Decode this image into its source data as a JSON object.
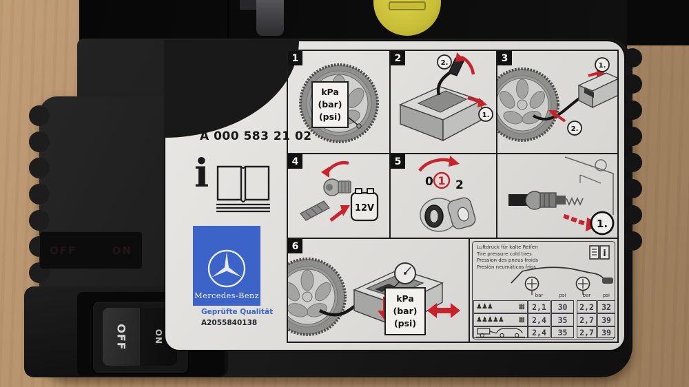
{
  "scene": "mercedes-benz-tire-compressor-photo",
  "device": {
    "part_number": "A 000 583 21 02",
    "brand": "Mercedes-Benz",
    "quality_text": "Geprüfte Qualität",
    "sticker_number": "A2055840138",
    "info_glyph": "i",
    "power_switch": {
      "off": "OFF",
      "on": "ON"
    },
    "embossed_marking": {
      "off": "OFF",
      "on": "ON"
    }
  },
  "pressure_units": {
    "l1": "kPa",
    "l2": "(bar)",
    "l3": "(psi)"
  },
  "panels": {
    "p1": {
      "num": "1"
    },
    "p2": {
      "num": "2",
      "step1": "1.",
      "step2": "2."
    },
    "p3": {
      "num": "3",
      "step1": "1.",
      "step2": "2."
    },
    "p3b": {
      "step": "1."
    },
    "p4": {
      "num": "4",
      "socket": "12V"
    },
    "p5": {
      "num": "5",
      "pos0": "0",
      "pos1": "1",
      "pos2": "2"
    },
    "p6": {
      "num": "6"
    }
  },
  "pressure_table": {
    "titles": [
      "Luftdruck für kalte Reifen",
      "Tire pressure cold tires",
      "Pression des pneus froids",
      "Presión neumáticos fríos"
    ],
    "col_headers": [
      "bar",
      "psi",
      "bar",
      "psi"
    ],
    "rows": [
      {
        "load_icon": "three-occupants-luggage-icon",
        "front_bar": "2,1",
        "front_psi": "30",
        "rear_bar": "2,2",
        "rear_psi": "32"
      },
      {
        "load_icon": "five-occupants-luggage-icon",
        "front_bar": "2,4",
        "front_psi": "35",
        "rear_bar": "2,7",
        "rear_psi": "39"
      },
      {
        "load_icon": "trailer-icon",
        "front_bar": "2,4",
        "front_psi": "35",
        "rear_bar": "2,7",
        "rear_psi": "39"
      }
    ],
    "book_icon_glyph": "i"
  },
  "icons": {
    "info": "i-icon",
    "manual": "open-book-icon",
    "star": "mercedes-star-icon",
    "wheel": "wheel-icon",
    "compressor": "compressor-icon",
    "valve_cap": "valve-cap-icon",
    "power_plug": "power-plug-icon",
    "socket_12v": "12v-socket-icon",
    "ignition_key": "ignition-key-icon",
    "occupant": "occupant-icon",
    "luggage": "luggage-icon",
    "trailer": "trailer-icon",
    "car_silhouette": "car-silhouette-icon"
  },
  "colors": {
    "brand_blue": "#3b63c8",
    "accent_red": "#c8232b",
    "button_yellow": "#cfc83e",
    "label_bg": "#e0dfdc",
    "device_black": "#161616",
    "wood": "#b3916c"
  }
}
